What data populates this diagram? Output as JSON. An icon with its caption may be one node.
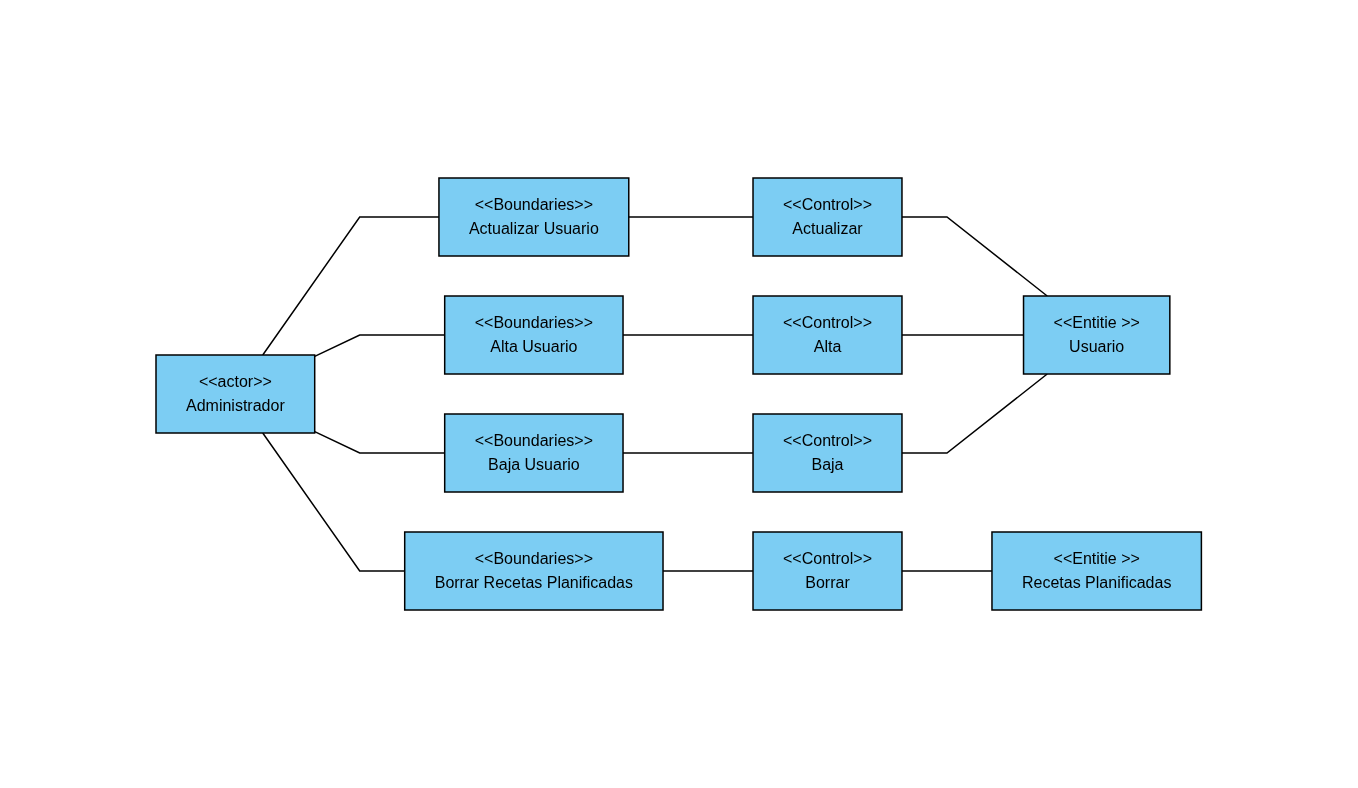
{
  "diagram": {
    "nodes": [
      {
        "text": [
          "<<actor>>",
          "Administrador"
        ]
      },
      {
        "text": [
          "<<Boundaries>>",
          "Actualizar Usuario"
        ]
      },
      {
        "text": [
          "<<Control>>",
          "Actualizar"
        ]
      },
      {
        "text": [
          "<<Boundaries>>",
          "Alta Usuario"
        ]
      },
      {
        "text": [
          "<<Control>>",
          "Alta"
        ]
      },
      {
        "text": [
          "<<Entitie >>",
          "Usuario"
        ]
      },
      {
        "text": [
          "<<Boundaries>>",
          "Baja Usuario"
        ]
      },
      {
        "text": [
          "<<Control>>",
          "Baja"
        ]
      },
      {
        "text": [
          "<<Boundaries>>",
          "Borrar Recetas Planificadas"
        ]
      },
      {
        "text": [
          "<<Control>>",
          "Borrar"
        ]
      },
      {
        "text": [
          "<<Entitie >>",
          "Recetas Planificadas"
        ]
      }
    ],
    "edges": [
      {
        "from": 0,
        "to": 1,
        "arrow": "none"
      },
      {
        "from": 0,
        "to": 3,
        "arrow": "none"
      },
      {
        "from": 0,
        "to": 6,
        "arrow": "none"
      },
      {
        "from": 0,
        "to": 8,
        "arrow": "none"
      },
      {
        "from": 1,
        "to": 2,
        "arrow": "none"
      },
      {
        "from": 3,
        "to": 4,
        "arrow": "none"
      },
      {
        "from": 6,
        "to": 7,
        "arrow": "none"
      },
      {
        "from": 8,
        "to": 9,
        "arrow": "none"
      },
      {
        "from": 2,
        "to": 5,
        "arrow": "none"
      },
      {
        "from": 4,
        "to": 5,
        "arrow": "none"
      },
      {
        "from": 7,
        "to": 5,
        "arrow": "none"
      },
      {
        "from": 9,
        "to": 10,
        "arrow": "none"
      }
    ]
  }
}
